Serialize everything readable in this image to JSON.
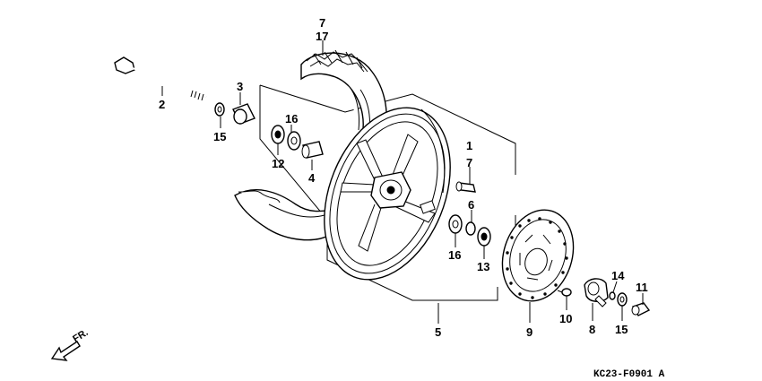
{
  "diagram": {
    "code": "KC23-F0901 A",
    "direction_label": "FR.",
    "callouts": {
      "c7_top": "7",
      "c17": "17",
      "c3": "3",
      "c2": "2",
      "c16_left": "16",
      "c15_left": "15",
      "c12": "12",
      "c4": "4",
      "c1": "1",
      "c7_right": "7",
      "c6": "6",
      "c16_right": "16",
      "c13": "13",
      "c5": "5",
      "c9": "9",
      "c10": "10",
      "c8": "8",
      "c14": "14",
      "c15_right": "15",
      "c11": "11"
    }
  }
}
